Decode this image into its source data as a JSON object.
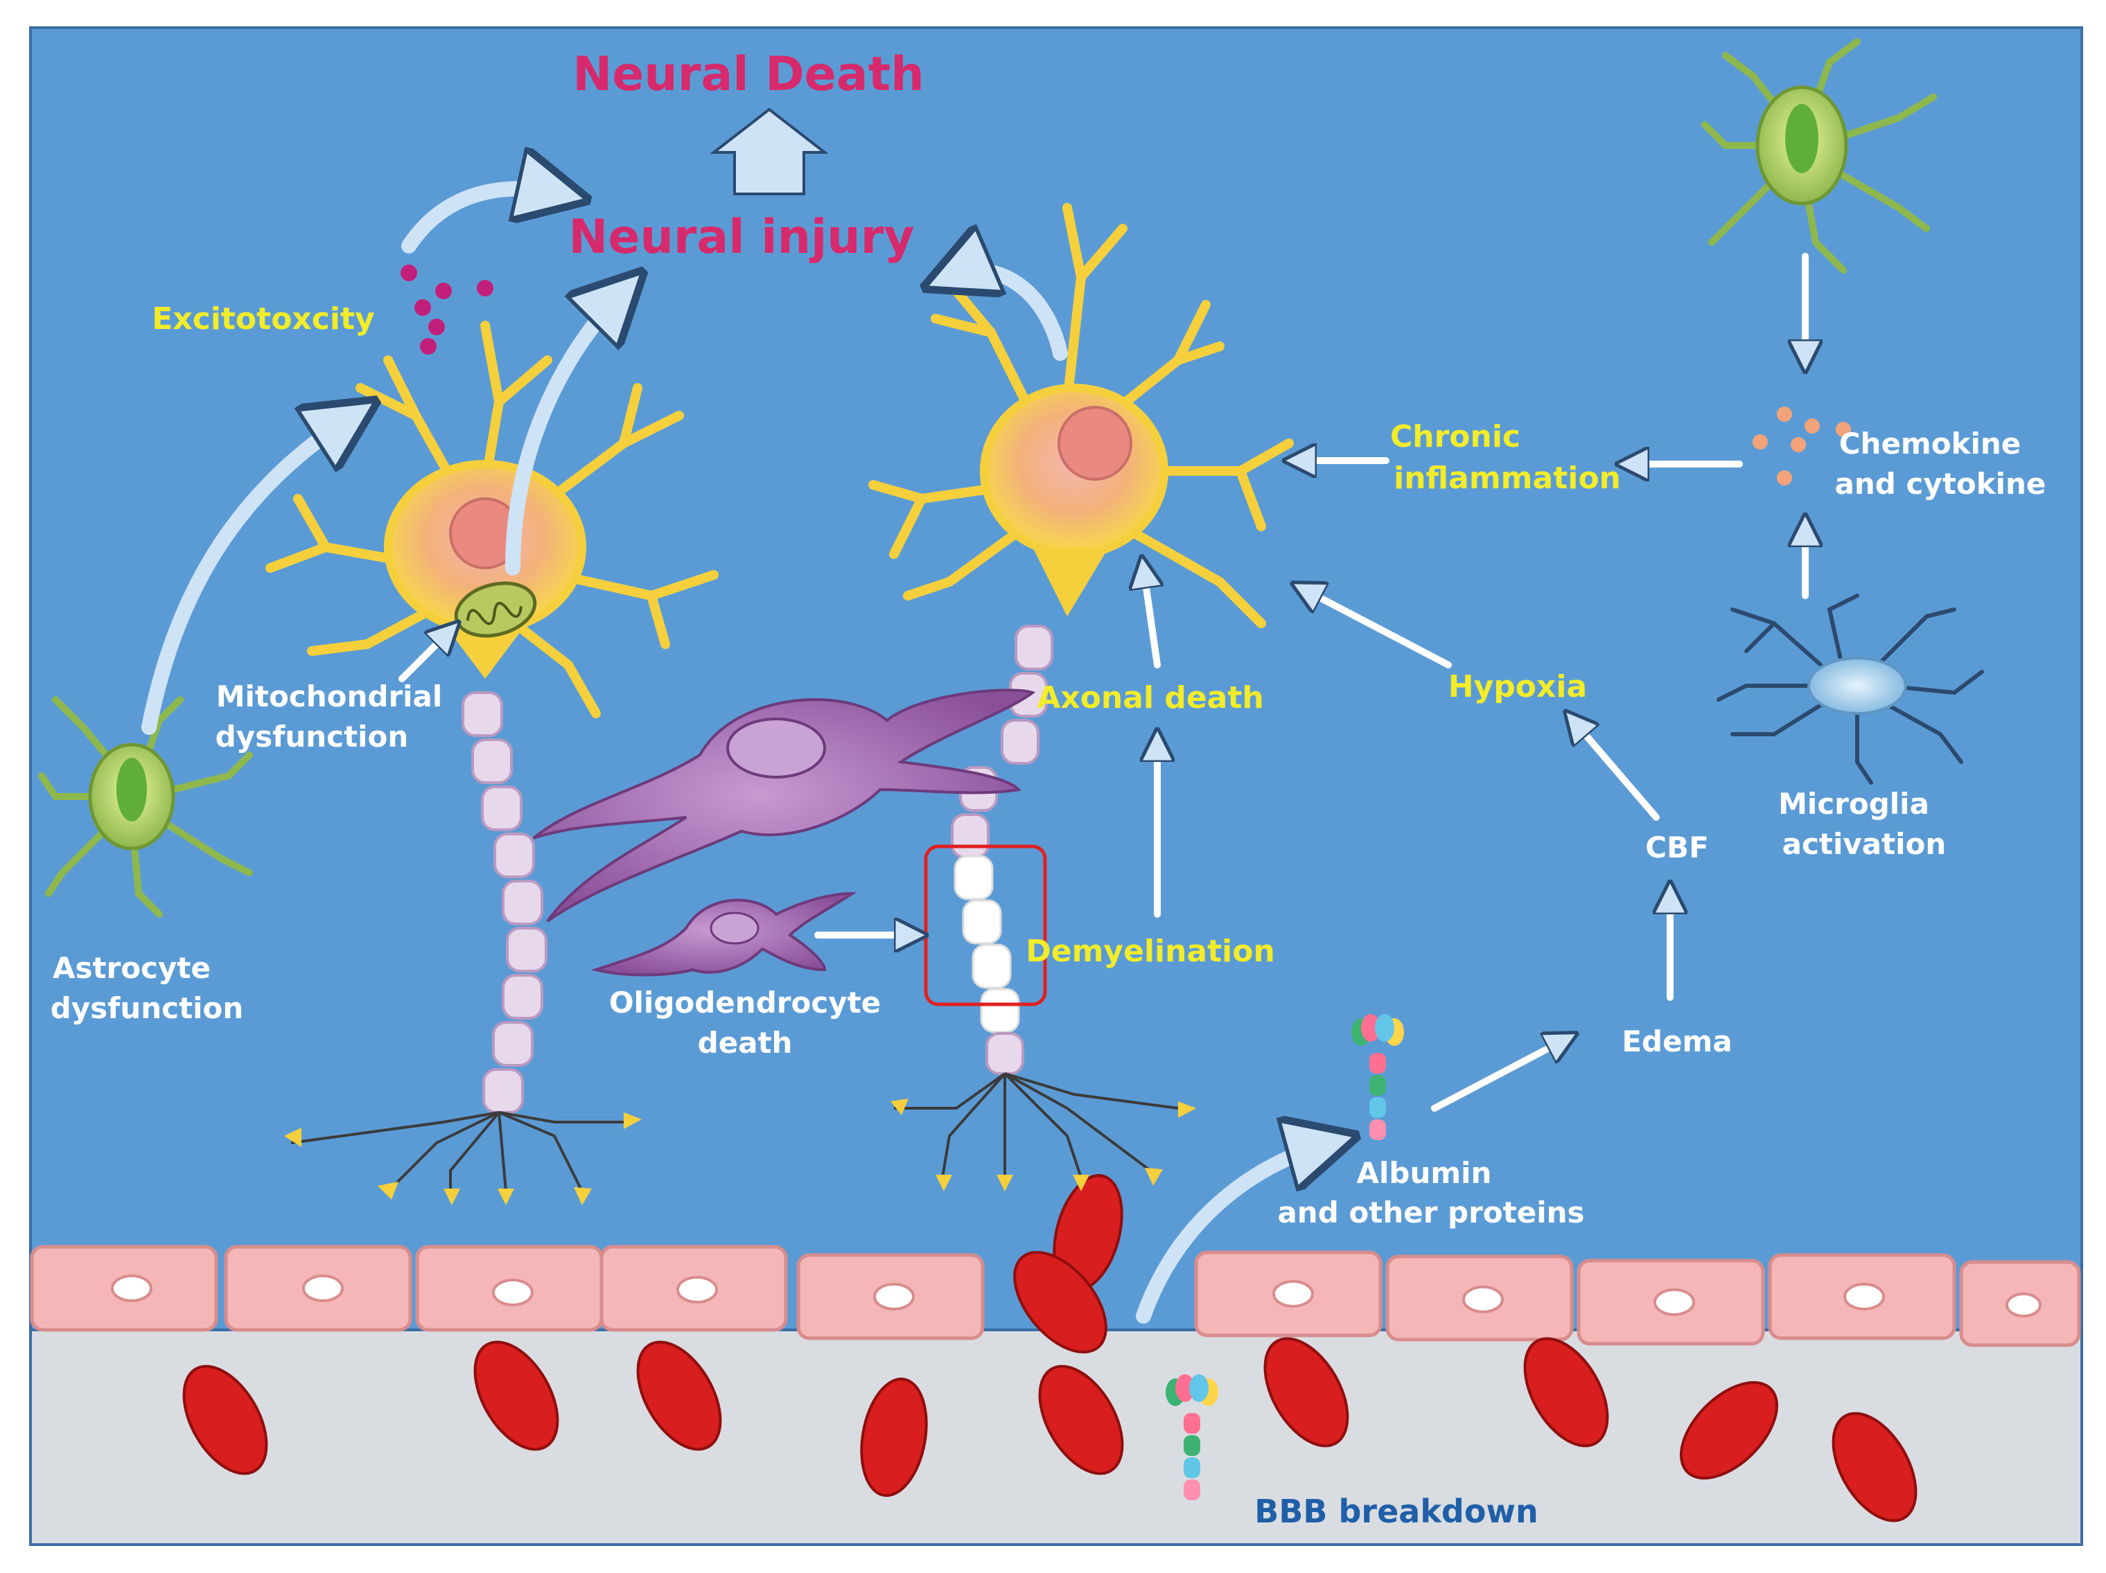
{
  "labels": {
    "neural_death": "Neural Death",
    "neural_injury": "Neural injury",
    "excitotoxicity": "Excitotoxcity",
    "mitochondrial_1": "Mitochondrial",
    "mitochondrial_2": "dysfunction",
    "astrocyte_1": "Astrocyte",
    "astrocyte_2": "dysfunction",
    "oligo_1": "Oligodendrocyte",
    "oligo_2": "death",
    "demyelination": "Demyelination",
    "axonal_death": "Axonal death",
    "chronic_1": "Chronic",
    "chronic_2": "inflammation",
    "chemokine_1": "Chemokine",
    "chemokine_2": "and cytokine",
    "hypoxia": "Hypoxia",
    "cbf": "CBF",
    "microglia_1": "Microglia",
    "microglia_2": "activation",
    "edema": "Edema",
    "albumin_1": "Albumin",
    "albumin_2": "and other proteins",
    "bbb": "BBB breakdown"
  },
  "colors": {
    "background_blue": "#5b9bd5",
    "vessel_gray": "#d9dde2",
    "arrow_fill": "#cfe3f7",
    "neuron_yellow": "#f5d03c",
    "axon_segment": "#e8d8ec",
    "oligo_purple": "#9a5ea8",
    "astrocyte_green": "#9fc45a",
    "microglia_blue": "#9cc8e8",
    "rbc_red": "#d81e1e",
    "endothelial_pink": "#f4b6b6",
    "label_yellow": "#f2ec2a",
    "label_pink": "#d62a6c",
    "label_blue": "#1f5fa8"
  }
}
